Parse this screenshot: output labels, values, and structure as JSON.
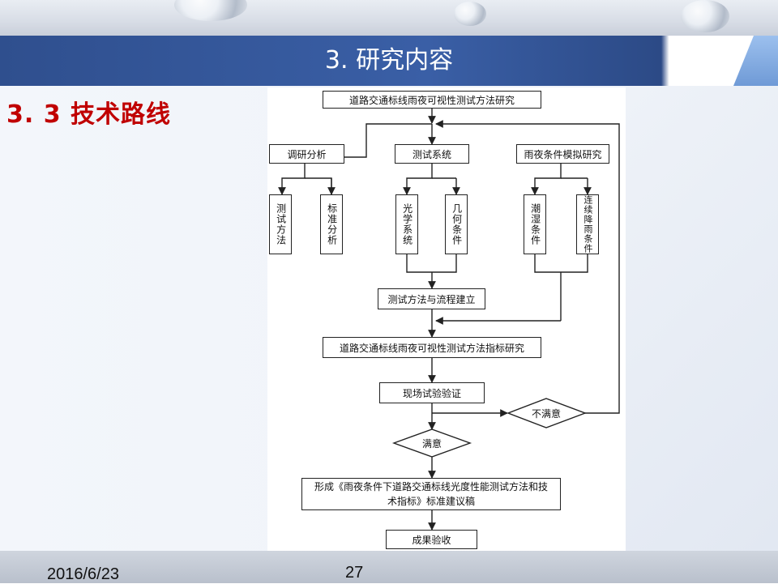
{
  "slide": {
    "title": "3. 研究内容",
    "subtitle": "3. 3  技术路线",
    "date": "2016/6/23",
    "page_number": "27"
  },
  "flowchart": {
    "top": "道路交通标线雨夜可视性测试方法研究",
    "branch1": "调研分析",
    "branch2": "测试系统",
    "branch3": "雨夜条件模拟研究",
    "leaf1": "测试方法",
    "leaf2": "标准分析",
    "leaf3": "光学系统",
    "leaf4": "几何条件",
    "leaf5": "潮湿条件",
    "leaf6": "连续降雨条件",
    "process": "测试方法与流程建立",
    "index": "道路交通标线雨夜可视性测试方法指标研究",
    "verify": "现场试验验证",
    "unsatisfied": "不满意",
    "satisfied": "满意",
    "standard": "形成《雨夜条件下道路交通标线光度性能测试方法和技术指标》标准建议稿",
    "result": "成果验收"
  }
}
